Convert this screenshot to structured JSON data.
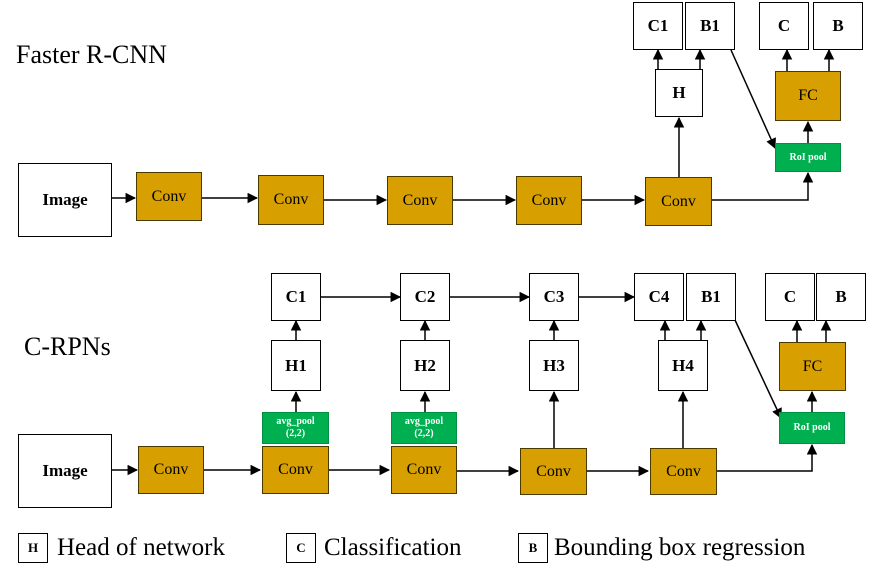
{
  "faster_rcnn": {
    "title": "Faster R-CNN",
    "image_label": "Image",
    "conv_label": "Conv",
    "head_label": "H",
    "class_label": "C1",
    "bbox_label": "B1",
    "roi_label": "RoI pool",
    "fc_label": "FC",
    "final_class_label": "C",
    "final_bbox_label": "B"
  },
  "c_rpns": {
    "title": "C-RPNs",
    "image_label": "Image",
    "conv_label": "Conv",
    "heads": [
      "H1",
      "H2",
      "H3",
      "H4"
    ],
    "classes": [
      "C1",
      "C2",
      "C3",
      "C4"
    ],
    "bbox_label": "B1",
    "avg_pool_label_1": "avg_pool",
    "avg_pool_label_2": "(2,2)",
    "roi_label": "RoI pool",
    "fc_label": "FC",
    "final_class_label": "C",
    "final_bbox_label": "B"
  },
  "legend": [
    {
      "key": "H",
      "text": "Head of network"
    },
    {
      "key": "C",
      "text": "Classification"
    },
    {
      "key": "B",
      "text": "Bounding box regression"
    }
  ]
}
